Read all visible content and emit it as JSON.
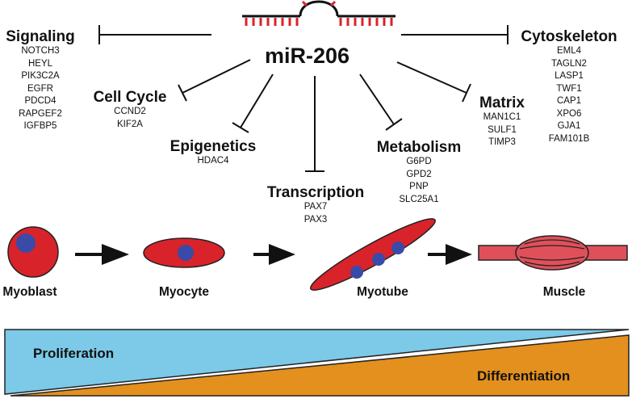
{
  "center_label": "miR-206",
  "groups": [
    {
      "key": "signaling",
      "title": "Signaling",
      "items": [
        "NOTCH3",
        "HEYL",
        "PIK3C2A",
        "EGFR",
        "PDCD4",
        "RAPGEF2",
        "IGFBP5"
      ]
    },
    {
      "key": "cell_cycle",
      "title": "Cell Cycle",
      "items": [
        "CCND2",
        "KIF2A"
      ]
    },
    {
      "key": "epigenetics",
      "title": "Epigenetics",
      "items": [
        "HDAC4"
      ]
    },
    {
      "key": "transcription",
      "title": "Transcription",
      "items": [
        "PAX7",
        "PAX3"
      ]
    },
    {
      "key": "metabolism",
      "title": "Metabolism",
      "items": [
        "G6PD",
        "GPD2",
        "PNP",
        "SLC25A1"
      ]
    },
    {
      "key": "matrix",
      "title": "Matrix",
      "items": [
        "MAN1C1",
        "SULF1",
        "TIMP3"
      ]
    },
    {
      "key": "cytoskeleton",
      "title": "Cytoskeleton",
      "items": [
        "EML4",
        "TAGLN2",
        "LASP1",
        "TWF1",
        "CAP1",
        "XPO6",
        "GJA1",
        "FAM101B"
      ]
    }
  ],
  "stages": [
    "Myoblast",
    "Myocyte",
    "Myotube",
    "Muscle"
  ],
  "gradient": {
    "top_label": "Proliferation",
    "bottom_label": "Differentiation"
  },
  "colors": {
    "cell_fill": "#d9232a",
    "nucleus": "#3a4aa8",
    "muscle_fill": "#e0505a",
    "hairpin": "#d9232a",
    "proliferation": "#7cc9e8",
    "differentiation": "#e3901e",
    "line": "#111111"
  }
}
